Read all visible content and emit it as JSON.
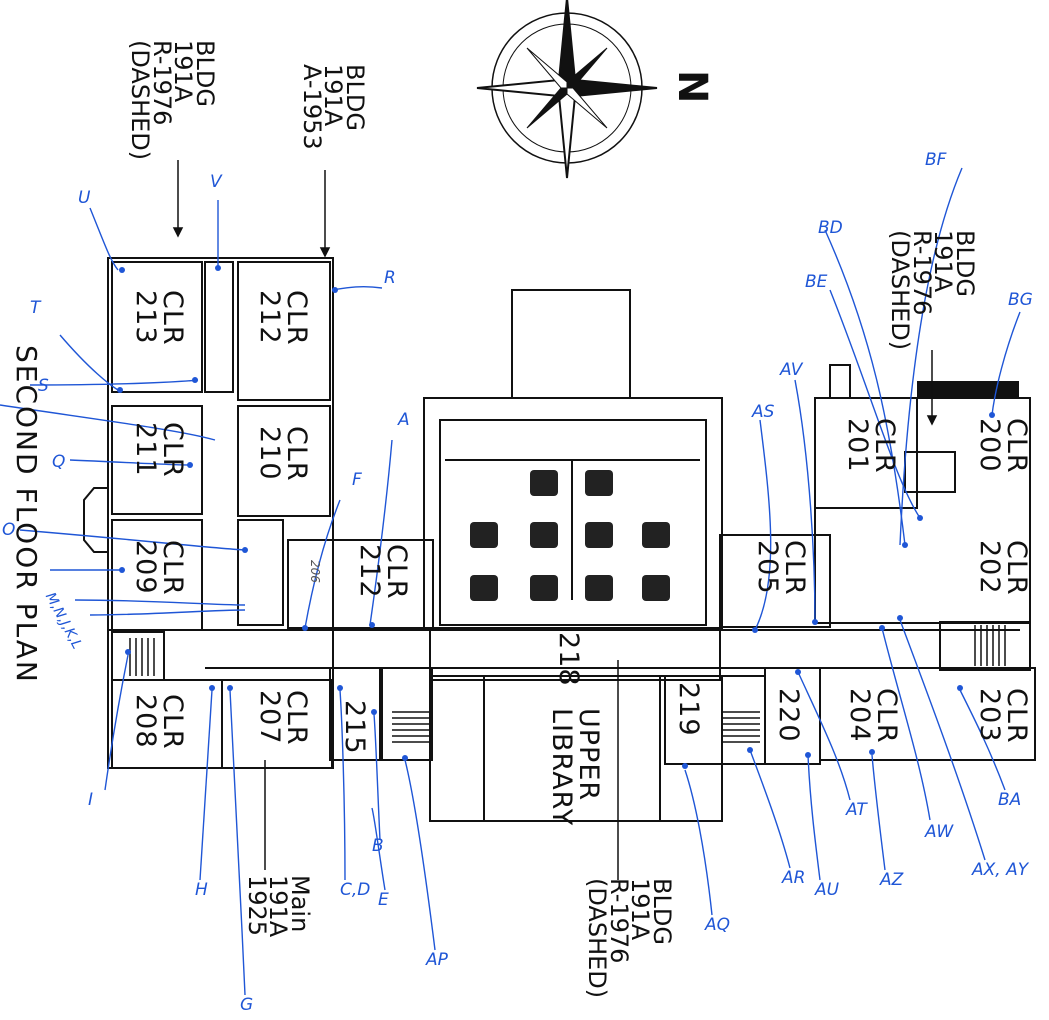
{
  "plan": {
    "title": "SECOND FLOOR PLAN",
    "north_label": "N",
    "rooms": {
      "clr213": [
        "CLR",
        "213"
      ],
      "clr212a": [
        "CLR",
        "212"
      ],
      "clr211": [
        "CLR",
        "211"
      ],
      "clr210": [
        "CLR",
        "210"
      ],
      "clr209": [
        "CLR",
        "209"
      ],
      "clr212b": [
        "CLR",
        "212"
      ],
      "clr208": [
        "CLR",
        "208"
      ],
      "clr207": [
        "CLR",
        "207"
      ],
      "r215": "215",
      "r218": "218",
      "upper_library": [
        "UPPER",
        "LIBRARY"
      ],
      "r219": "219",
      "r220": "220",
      "clr205": [
        "CLR",
        "205"
      ],
      "clr204": [
        "CLR",
        "204"
      ],
      "clr203": [
        "CLR",
        "203"
      ],
      "clr202": [
        "CLR",
        "202"
      ],
      "clr201": [
        "CLR",
        "201"
      ],
      "clr200": [
        "CLR",
        "200"
      ]
    },
    "handwritten_206": "206",
    "building_notes": {
      "r1976_top_left": [
        "BLDG",
        "191A",
        "R-1976",
        "(DASHED)"
      ],
      "a1953": [
        "BLDG",
        "191A",
        "A-1953"
      ],
      "r1976_right": [
        "BLDG",
        "191A",
        "R-1976",
        "(DASHED)"
      ],
      "r1976_bottom": [
        "BLDG",
        "191A",
        "R-1976",
        "(DASHED)"
      ],
      "main1925": [
        "Main",
        "191A",
        "1925"
      ]
    },
    "handwritten_marks": {
      "U": "U",
      "V": "V",
      "R": "R",
      "T": "T",
      "S": "S",
      "Q": "Q",
      "O": "O",
      "A": "A",
      "F": "F",
      "MNJKL": "M,N,J,K,L",
      "I": "I",
      "H": "H",
      "G": "G",
      "CD": "C,D",
      "B": "B",
      "E": "E",
      "AP": "AP",
      "AQ": "AQ",
      "AR": "AR",
      "AU": "AU",
      "AT": "AT",
      "AZ": "AZ",
      "AW": "AW",
      "AXAY": "AX, AY",
      "BA": "BA",
      "AS": "AS",
      "AV": "AV",
      "BE": "BE",
      "BD": "BD",
      "BF": "BF",
      "BG": "BG"
    },
    "colors": {
      "ink": "#111111",
      "pen": "#1f56d6"
    }
  }
}
